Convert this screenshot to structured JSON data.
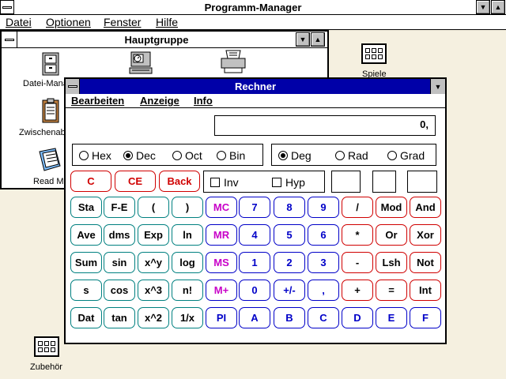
{
  "program_manager": {
    "title": "Programm-Manager",
    "menu": [
      "Datei",
      "Optionen",
      "Fenster",
      "Hilfe"
    ],
    "menu_mnemonic": [
      "D",
      "O",
      "F",
      "H"
    ]
  },
  "hauptgruppe": {
    "title": "Hauptgruppe",
    "icons": [
      {
        "label": "Datei-Mana",
        "icon": "file-cabinet-icon"
      },
      {
        "label": "Zwischenab",
        "icon": "clipboard-icon"
      },
      {
        "label": "Read Me",
        "icon": "notebook-icon"
      },
      {
        "label": "",
        "icon": "control-panel-icon"
      },
      {
        "label": "",
        "icon": "printer-icon"
      }
    ]
  },
  "desktop_icons": [
    {
      "label": "Spiele",
      "icon": "group-icon"
    },
    {
      "label": "Zubehör",
      "icon": "group-icon"
    }
  ],
  "calculator": {
    "title": "Rechner",
    "menu": [
      "Bearbeiten",
      "Anzeige",
      "Info"
    ],
    "menu_mnemonic": [
      "B",
      "A",
      "I"
    ],
    "display": "0,",
    "base_options": [
      "Hex",
      "Dec",
      "Oct",
      "Bin"
    ],
    "base_selected": "Dec",
    "angle_options": [
      "Deg",
      "Rad",
      "Grad"
    ],
    "angle_selected": "Deg",
    "clear_buttons": [
      "C",
      "CE",
      "Back"
    ],
    "checkboxes": [
      "Inv",
      "Hyp"
    ],
    "rows": [
      [
        "Sta",
        "F-E",
        "(",
        ")",
        "MC",
        "7",
        "8",
        "9",
        "/",
        "Mod",
        "And"
      ],
      [
        "Ave",
        "dms",
        "Exp",
        "ln",
        "MR",
        "4",
        "5",
        "6",
        "*",
        "Or",
        "Xor"
      ],
      [
        "Sum",
        "sin",
        "x^y",
        "log",
        "MS",
        "1",
        "2",
        "3",
        "-",
        "Lsh",
        "Not"
      ],
      [
        "s",
        "cos",
        "x^3",
        "n!",
        "M+",
        "0",
        "+/-",
        ",",
        "+",
        "=",
        "Int"
      ],
      [
        "Dat",
        "tan",
        "x^2",
        "1/x",
        "PI",
        "A",
        "B",
        "C",
        "D",
        "E",
        "F"
      ]
    ]
  },
  "colors": {
    "title_active": "#0000a8",
    "blue": "#0000c8",
    "red": "#d00000",
    "magenta": "#c800c8",
    "desktop": "#f5f0e0"
  }
}
